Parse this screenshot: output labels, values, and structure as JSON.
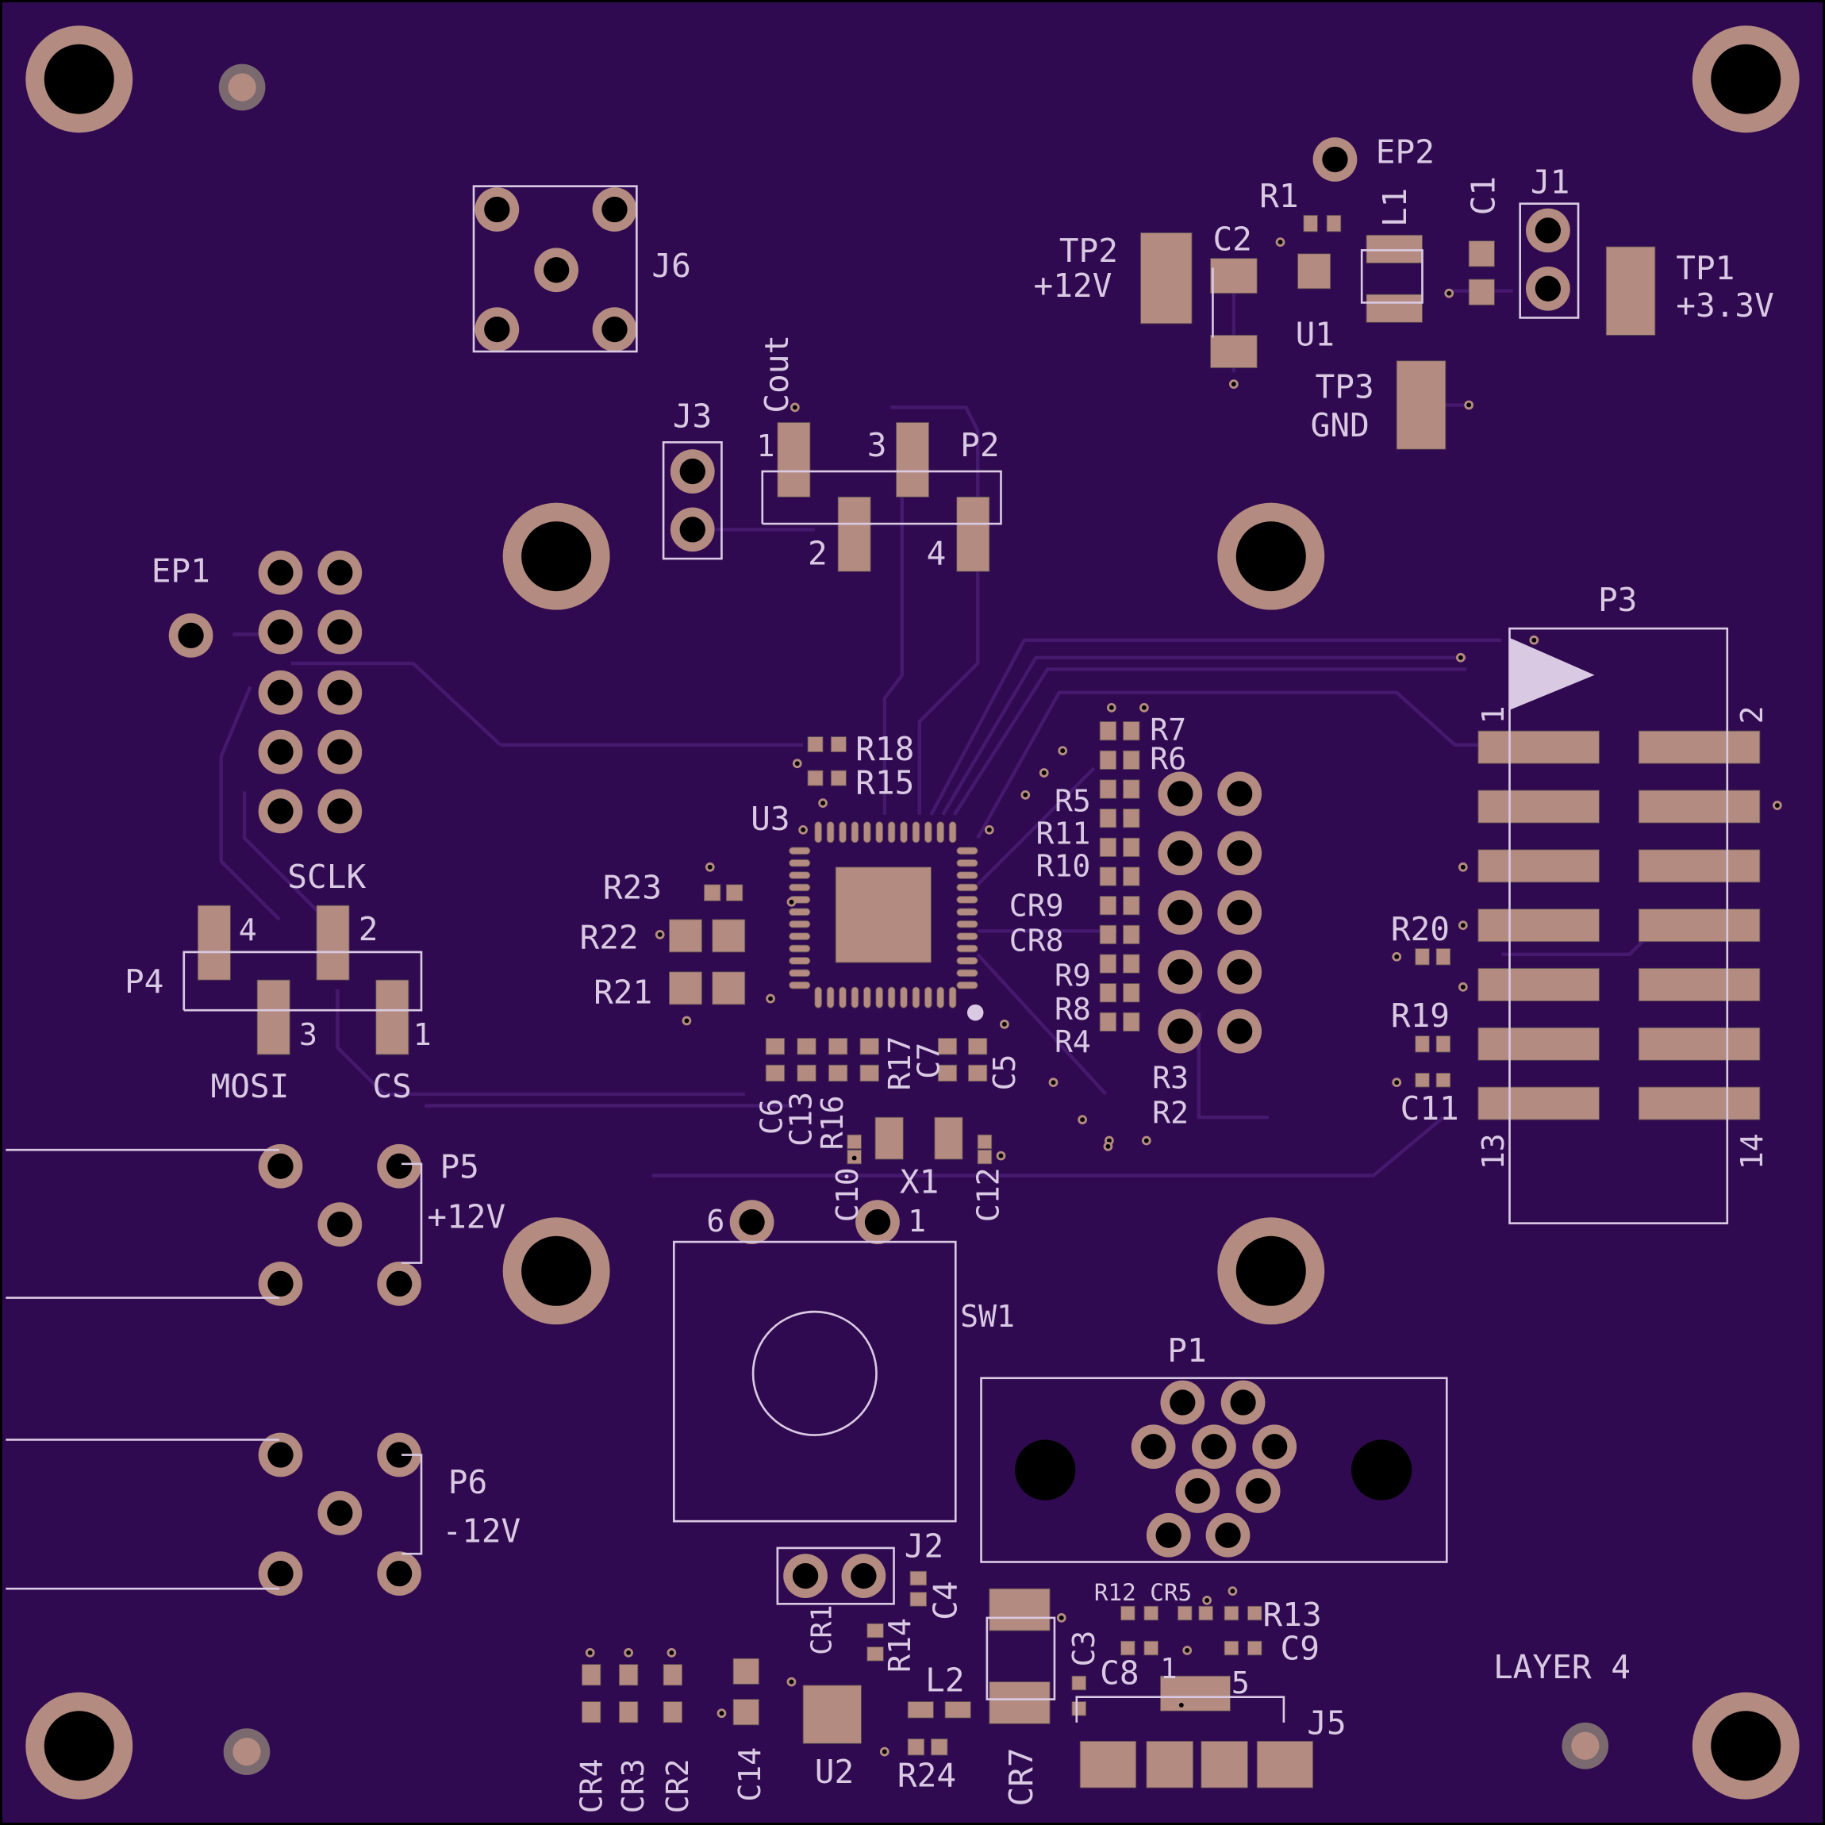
{
  "board": {
    "layer_label": "LAYER 4",
    "colors": {
      "substrate": "#300a50",
      "copper": "#b38b80",
      "silkscreen": "#d9c9e3",
      "trace": "#45196e"
    }
  },
  "silkscreen_labels": [
    "EP2",
    "R1",
    "L1",
    "C1",
    "J1",
    "TP2",
    "+12V",
    "C2",
    "U1",
    "TP1",
    "+3.3V",
    "TP3",
    "GND",
    "J6",
    "Cout",
    "J3",
    "1",
    "3",
    "P2",
    "2",
    "4",
    "EP1",
    "P3",
    "1",
    "2",
    "R18",
    "R15",
    "U3",
    "R7",
    "R6",
    "R5",
    "R11",
    "R10",
    "CR9",
    "CR8",
    "R9",
    "R8",
    "R4",
    "R3",
    "R2",
    "R23",
    "R22",
    "R21",
    "SCLK",
    "4",
    "2",
    "P4",
    "3",
    "1",
    "MOSI",
    "CS",
    "R20",
    "R19",
    "C11",
    "13",
    "14",
    "C6",
    "C13",
    "R16",
    "R17",
    "C7",
    "C5",
    "X1",
    "C10",
    "C12",
    "P5",
    "+12V",
    "6",
    "1",
    "SW1",
    "P1",
    "P6",
    "-12V",
    "J2",
    "C4",
    "R12",
    "CR5",
    "R13",
    "C9",
    "C3",
    "CR1",
    "R14",
    "L2",
    "C8",
    "1",
    "5",
    "J5",
    "CR4",
    "CR3",
    "CR2",
    "C14",
    "U2",
    "R24",
    "CR7"
  ]
}
